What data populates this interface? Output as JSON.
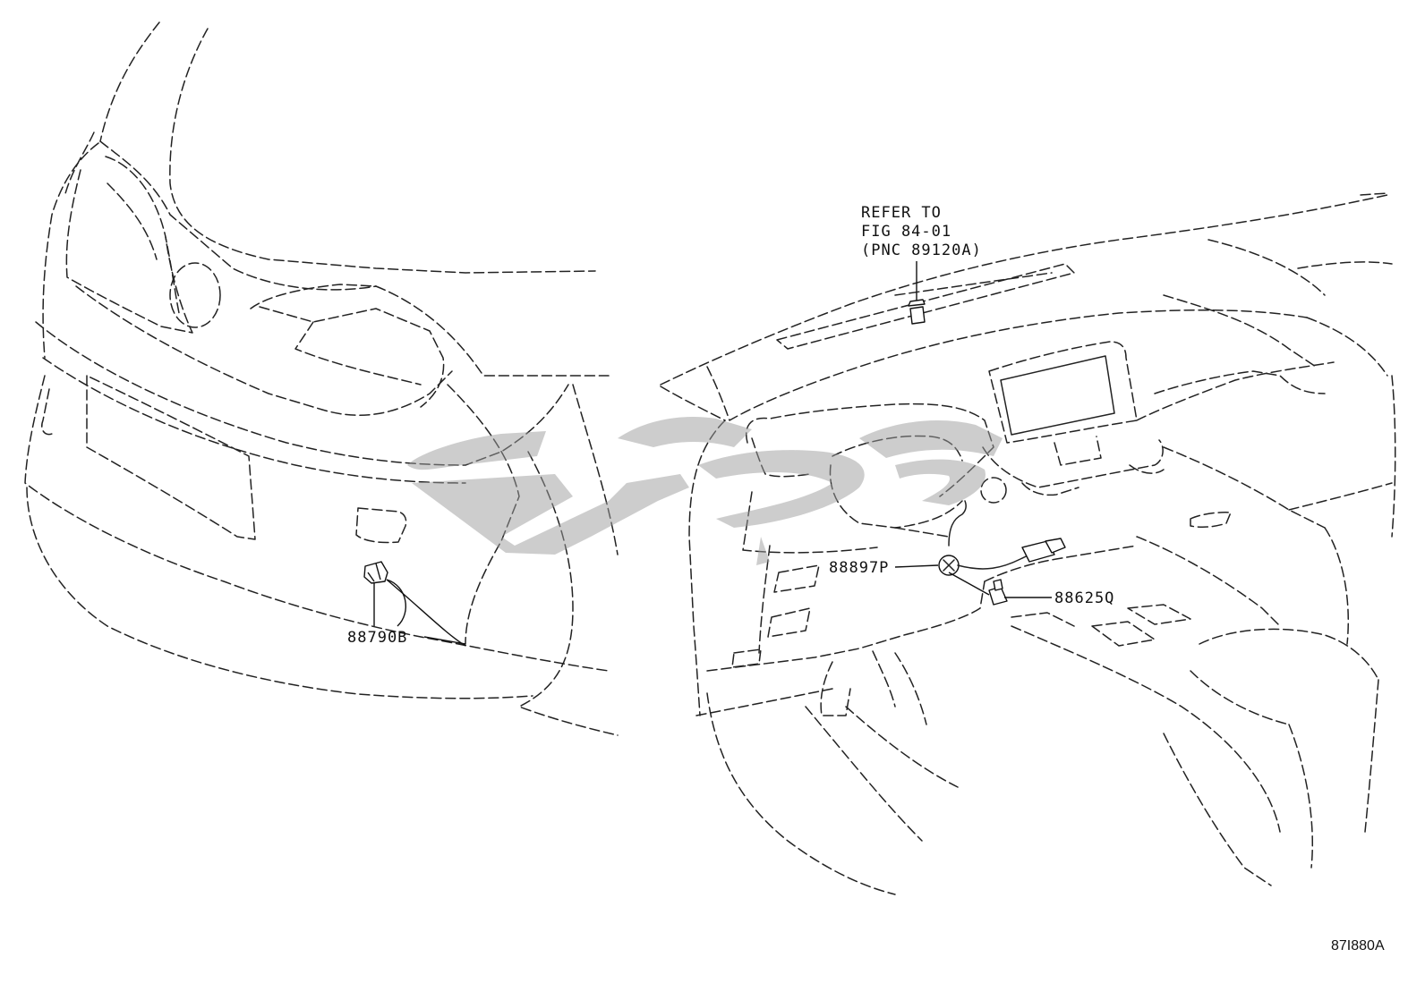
{
  "callouts": {
    "bumper_part": "88790B",
    "dash_part_wire": "88897P",
    "dash_part_clip": "88625Q"
  },
  "reference_note": {
    "line1": "REFER TO",
    "line2": "FIG 84-01",
    "line3": "(PNC 89120A)"
  },
  "figure_code": "87I880A",
  "colors": {
    "line": "#222222",
    "watermark": "#9c9c9c",
    "background": "#ffffff"
  }
}
